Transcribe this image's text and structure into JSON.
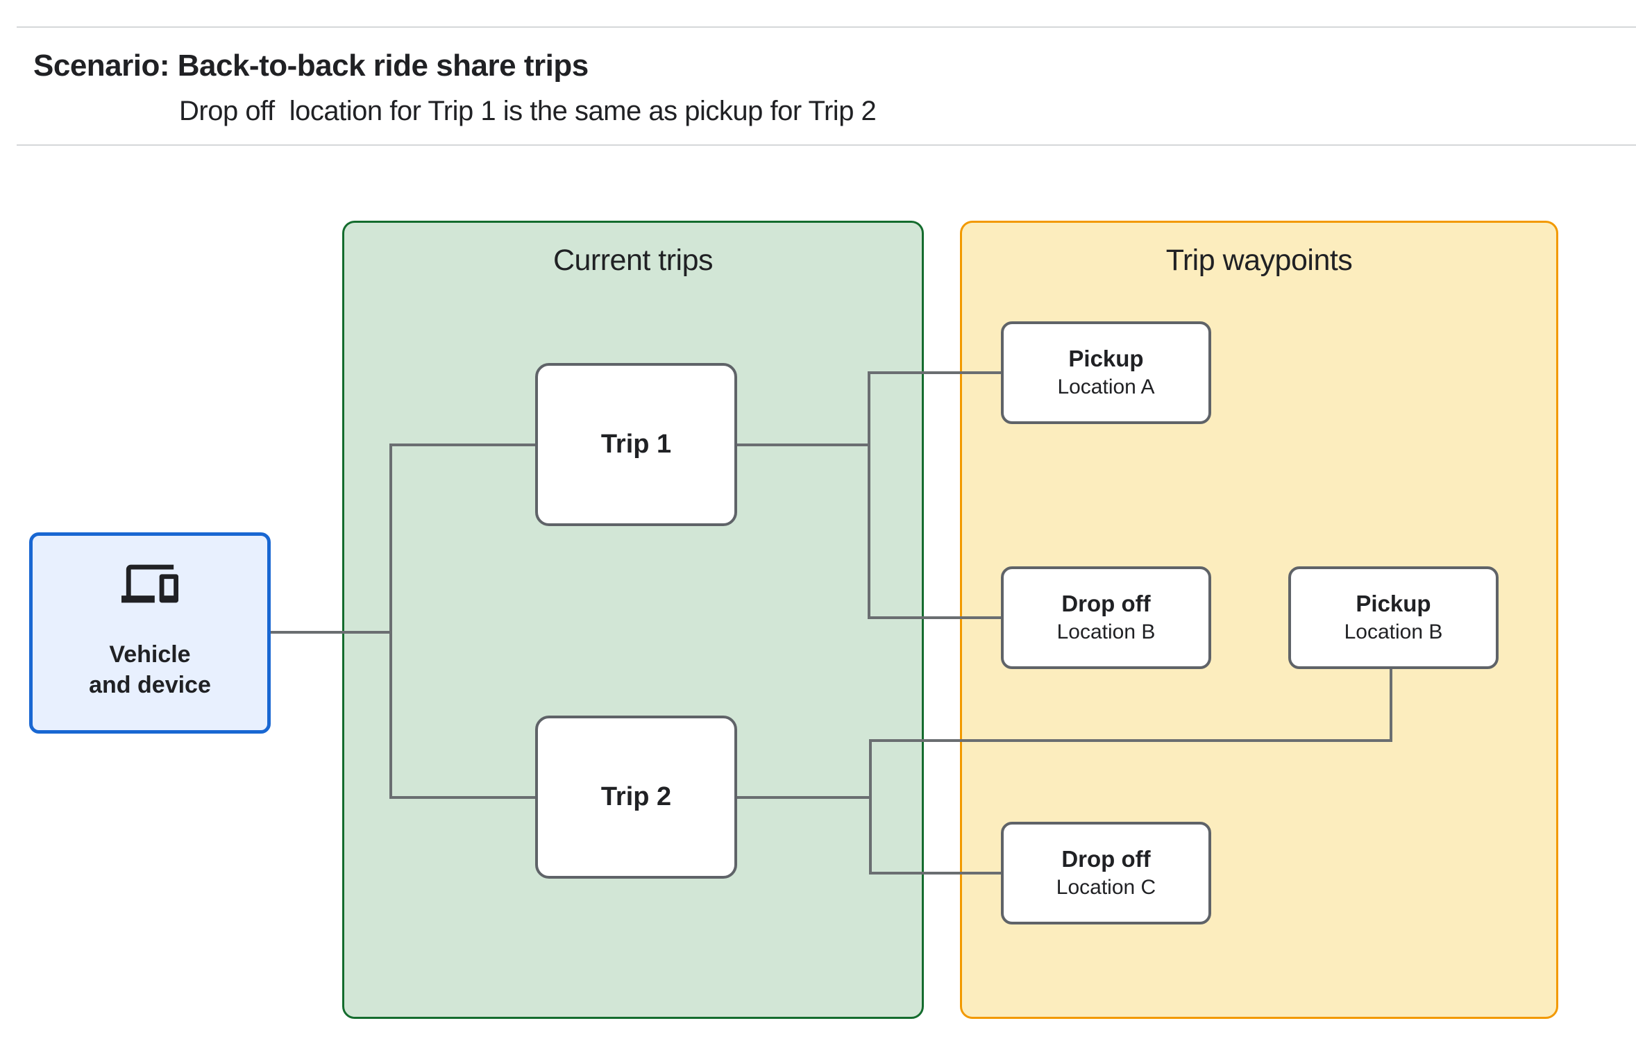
{
  "header": {
    "title": "Scenario: Back-to-back ride share trips",
    "subtitle": "Drop off  location for Trip 1 is the same as pickup for Trip 2"
  },
  "vehicle": {
    "icon": "devices-icon",
    "label_line1": "Vehicle",
    "label_line2": "and device"
  },
  "groups": {
    "current_trips": {
      "title": "Current trips"
    },
    "trip_waypoints": {
      "title": "Trip waypoints"
    }
  },
  "trips": [
    {
      "label": "Trip 1"
    },
    {
      "label": "Trip 2"
    }
  ],
  "waypoints": [
    {
      "id": "pickup-a",
      "title": "Pickup",
      "subtitle": "Location A"
    },
    {
      "id": "dropoff-b",
      "title": "Drop off",
      "subtitle": "Location B"
    },
    {
      "id": "pickup-b",
      "title": "Pickup",
      "subtitle": "Location B"
    },
    {
      "id": "dropoff-c",
      "title": "Drop off",
      "subtitle": "Location C"
    }
  ],
  "colors": {
    "vehicle_fill": "#E8F0FE",
    "vehicle_border": "#1967D2",
    "current_trips_fill": "#D2E6D6",
    "current_trips_border": "#146C2E",
    "trip_waypoints_fill": "#FCEDBE",
    "trip_waypoints_border": "#F29900",
    "node_border": "#5F6368",
    "connector": "#6A6E71",
    "divider": "#D5D7D9",
    "text": "#202124"
  }
}
